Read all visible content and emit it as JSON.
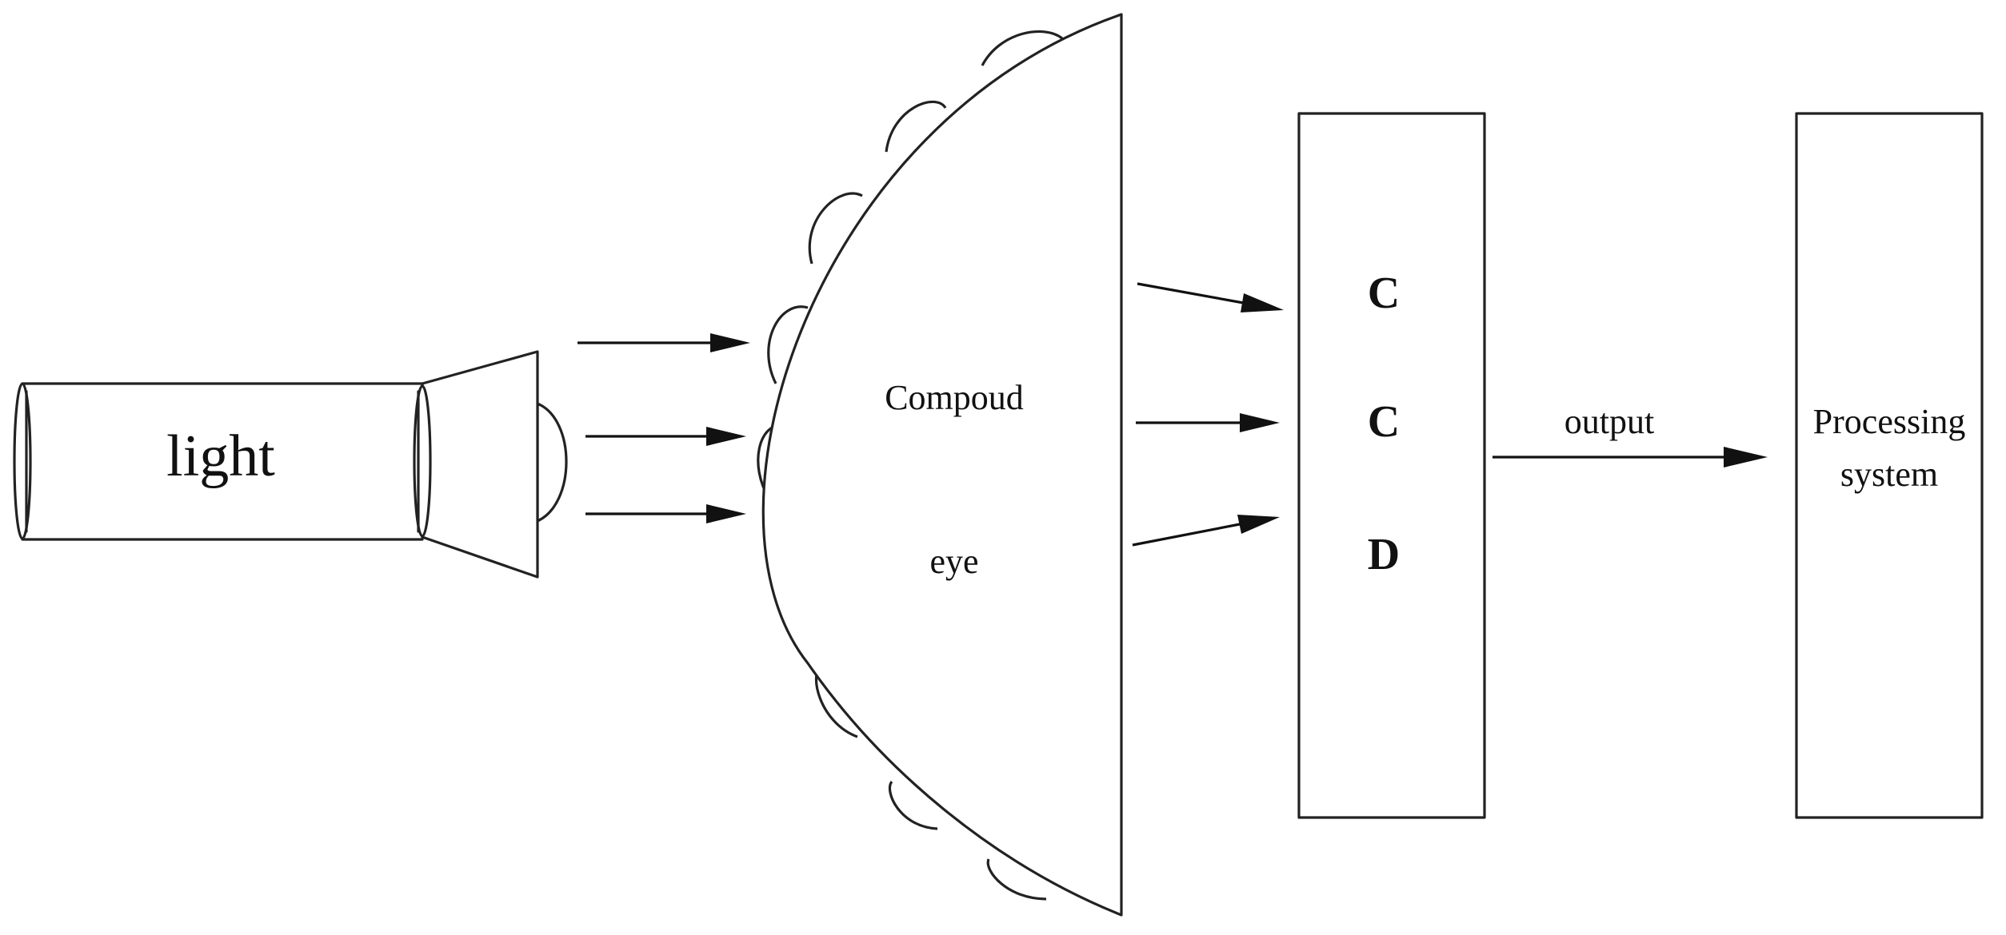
{
  "diagram": {
    "light_source": {
      "label": "light"
    },
    "compound_eye": {
      "label_line1": "Compoud",
      "label_line2": "eye"
    },
    "ccd": {
      "letters": [
        "C",
        "C",
        "D"
      ]
    },
    "output_arrow": {
      "label": "output"
    },
    "processing_system": {
      "label_line1": "Processing",
      "label_line2": "system"
    }
  }
}
